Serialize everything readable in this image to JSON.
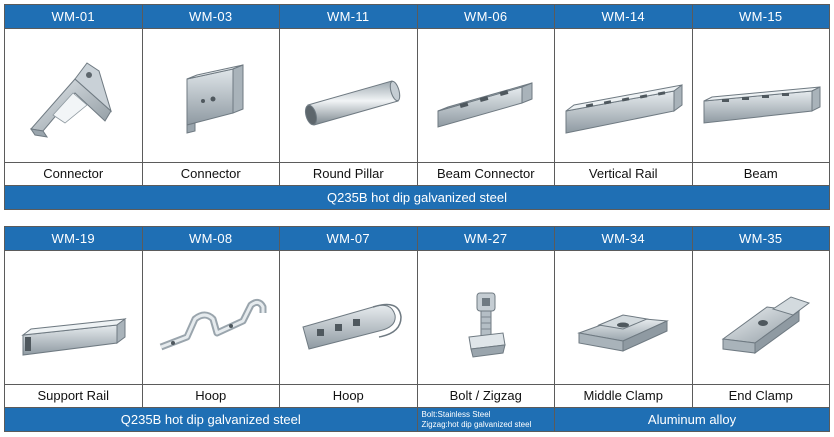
{
  "table1": {
    "items": [
      {
        "code": "WM-01",
        "name": "Connector",
        "icon": "triangle-connector-icon"
      },
      {
        "code": "WM-03",
        "name": "Connector",
        "icon": "u-channel-connector-icon"
      },
      {
        "code": "WM-11",
        "name": "Round Pillar",
        "icon": "round-pillar-icon"
      },
      {
        "code": "WM-06",
        "name": "Beam Connector",
        "icon": "slotted-beam-connector-icon"
      },
      {
        "code": "WM-14",
        "name": "Vertical Rail",
        "icon": "vertical-rail-icon"
      },
      {
        "code": "WM-15",
        "name": "Beam",
        "icon": "beam-icon"
      }
    ],
    "material": "Q235B hot dip galvanized steel"
  },
  "table2": {
    "items": [
      {
        "code": "WM-19",
        "name": "Support Rail",
        "icon": "square-tube-rail-icon"
      },
      {
        "code": "WM-08",
        "name": "Hoop",
        "icon": "omega-hoop-icon"
      },
      {
        "code": "WM-07",
        "name": "Hoop",
        "icon": "pipe-hoop-icon"
      },
      {
        "code": "WM-27",
        "name": "Bolt / Zigzag",
        "icon": "bolt-zigzag-icon"
      },
      {
        "code": "WM-34",
        "name": "Middle Clamp",
        "icon": "middle-clamp-icon"
      },
      {
        "code": "WM-35",
        "name": "End Clamp",
        "icon": "end-clamp-icon"
      }
    ],
    "material_steel": "Q235B hot dip galvanized steel",
    "material_bolt": "Bolt:Stainless Steel",
    "material_zigzag": "Zigzag:hot dip galvanized steel",
    "material_alloy": "Aluminum alloy"
  },
  "colors": {
    "header_blue": "#1f6fb4",
    "metal": "#b9c3cb"
  }
}
